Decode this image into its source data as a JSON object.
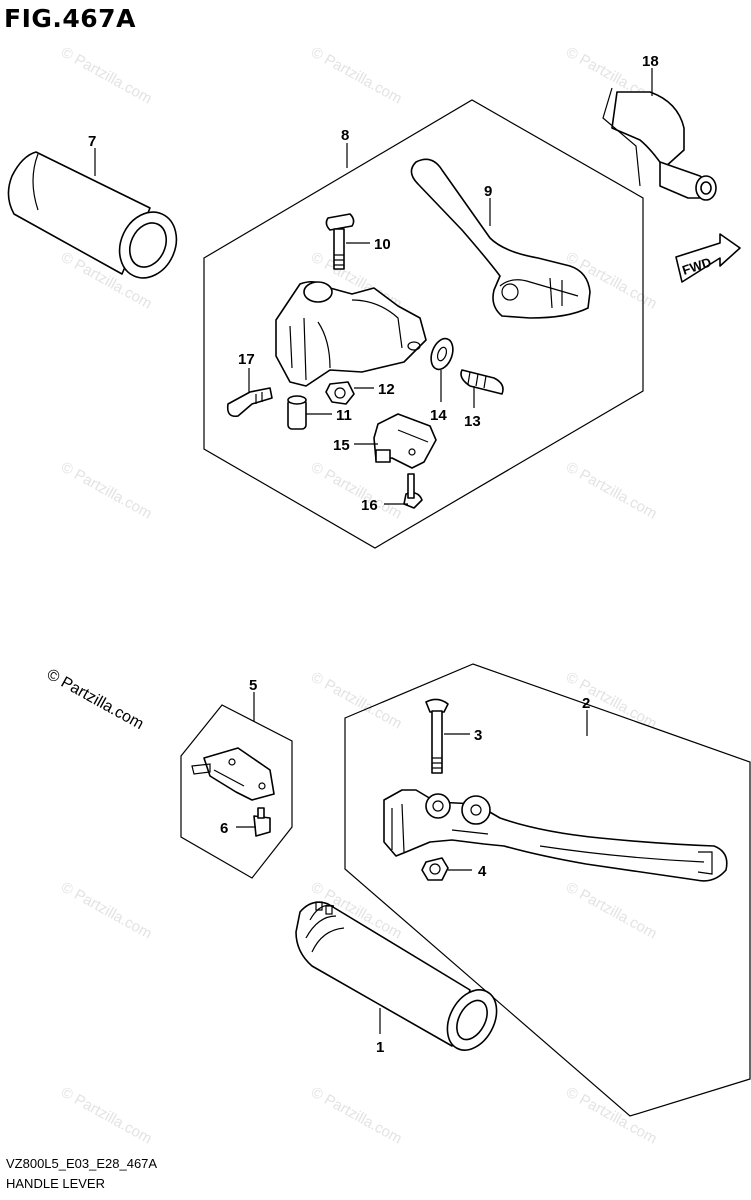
{
  "figure": {
    "title": "FIG.467A",
    "model_code": "VZ800L5_E03_E28_467A",
    "name": "HANDLE LEVER",
    "credit": "© Partzilla.com",
    "watermark": "© Partzilla.com",
    "fwd_label": "FWD"
  },
  "callouts": [
    "1",
    "2",
    "3",
    "4",
    "5",
    "6",
    "7",
    "8",
    "9",
    "10",
    "11",
    "12",
    "13",
    "14",
    "15",
    "16",
    "17",
    "18"
  ]
}
